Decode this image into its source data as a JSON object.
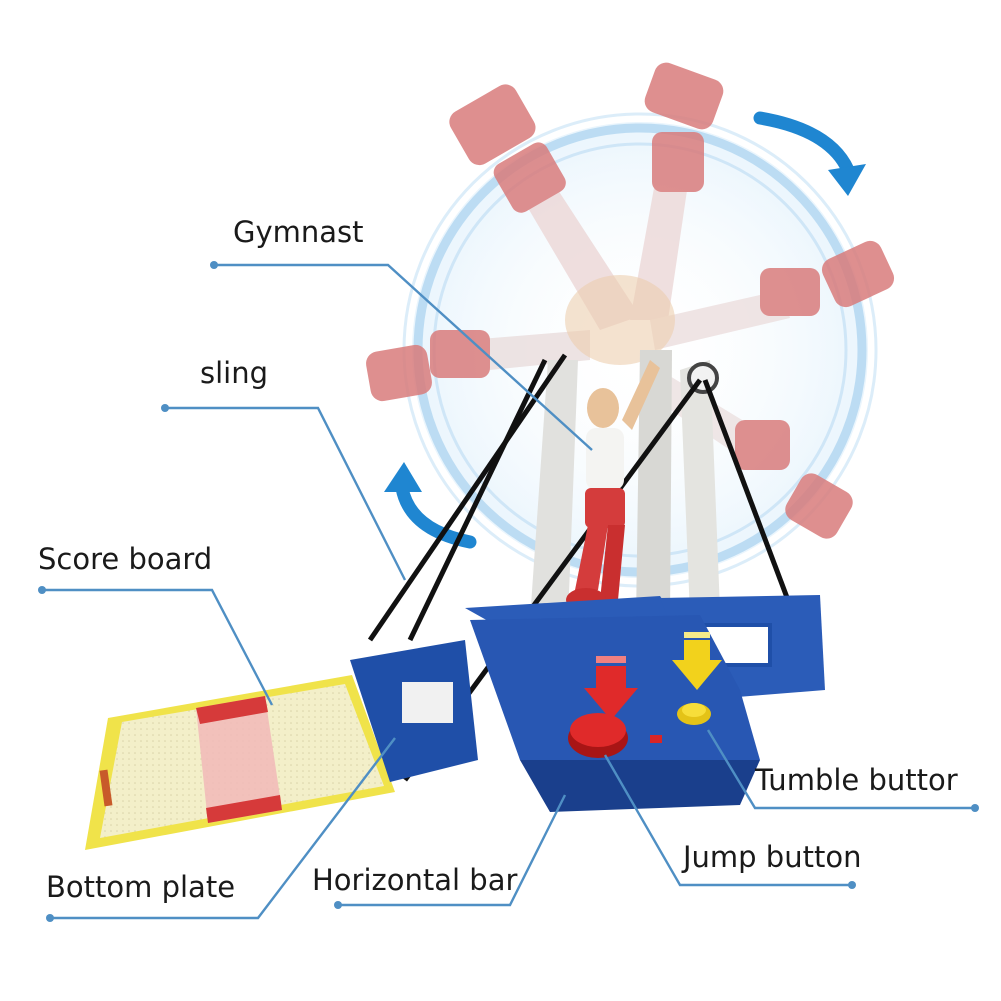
{
  "labels": {
    "gymnast": "Gymnast",
    "sling": "sling",
    "score_board": "Score board",
    "tumble_button": "Tumble buttor",
    "jump_button": "Jump button",
    "bottom_plate": "Bottom plate",
    "horizontal_bar": "Horizontal bar"
  },
  "colors": {
    "leader": "#4f8fc4",
    "spin_ring": "#bcdcf3",
    "rotation_arrow": "#1f86d1",
    "base_blue": "#1f4fa8",
    "mat_yellow": "#f0e34a",
    "mat_red": "#d63a3a",
    "figure_red": "#d43c3c",
    "jump_button": "#d92525",
    "tumble_button": "#f2d21c"
  },
  "icons": [
    "rotation-arrow-icon",
    "press-down-arrow-icon"
  ]
}
